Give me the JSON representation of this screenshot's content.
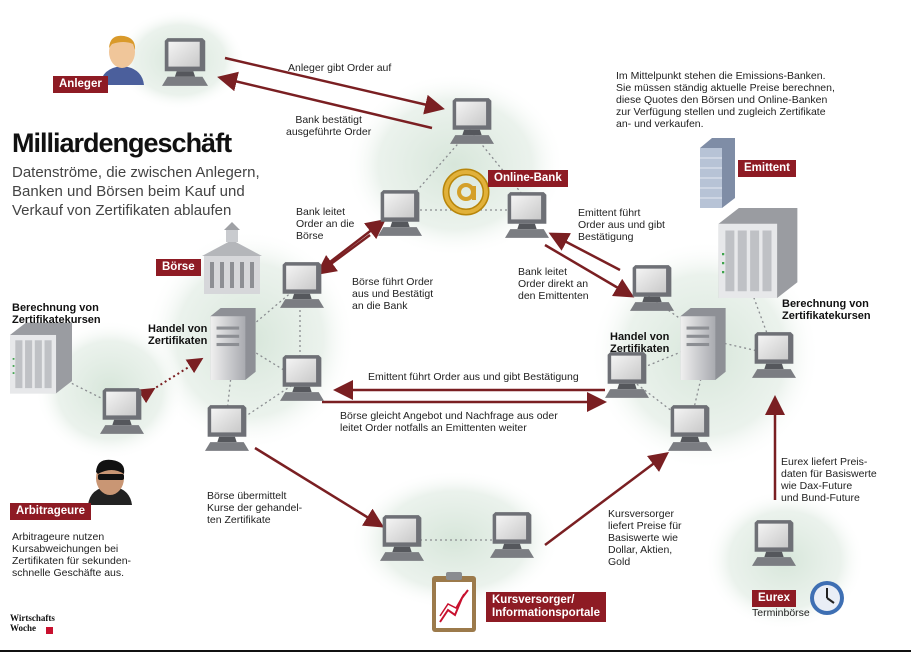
{
  "title": "Milliardengeschäft",
  "subtitle": "Datenströme, die zwischen Anlegern,\nBanken und Börsen beim Kauf und\nVerkauf von Zertifikaten ablaufen",
  "labels": {
    "anleger": "Anleger",
    "online_bank": "Online-Bank",
    "emittent": "Emittent",
    "boerse": "Börse",
    "arbitrageure": "Arbitrageure",
    "kursversorger": "Kursversorger/\nInformationsportale",
    "eurex": "Eurex",
    "eurex_sub": "Terminbörse"
  },
  "nodes": {
    "berechnung_left": "Berechnung von\nZertifikatekursen",
    "handel_left": "Handel von\nZertifikaten",
    "handel_right": "Handel von\nZertifikaten",
    "berechnung_right": "Berechnung von\nZertifikatekursen"
  },
  "flows": {
    "anleger_order": "Anleger gibt Order auf",
    "bank_confirms": "Bank bestätigt\nausgeführte Order",
    "bank_forwards": "Bank leitet\nOrder an die\nBörse",
    "boerse_executes": "Börse führt Order\naus und Bestätigt\nan die Bank",
    "emittent_executes": "Emittent führt\nOrder aus und gibt\nBestätigung",
    "bank_direct": "Bank leitet\nOrder direkt an\nden Emittenten",
    "emittent_order_confirm": "Emittent führt Order aus und gibt Bestätigung",
    "boerse_balances": "Börse gleicht Angebot und Nachfrage aus oder\nleitet Order notfalls an Emittenten weiter",
    "boerse_transmits": "Börse übermittelt\nKurse der gehandel-\nten Zertifikate",
    "kursversorger_delivers": "Kursversorger\nliefert Preise für\nBasiswerte wie\nDollar, Aktien,\nGold",
    "eurex_delivers": "Eurex liefert Preis-\ndaten für Basiswerte\nwie Dax-Future\nund Bund-Future"
  },
  "notes": {
    "center_note": "Im Mittelpunkt stehen die Emissions-Banken.\nSie müssen ständig aktuelle Preise berechnen,\ndiese Quotes den Börsen und Online-Banken\nzur Verfügung stellen und zugleich Zertifikate\nan- und verkaufen.",
    "arbitrage_note": "Arbitrageure nutzen\nKursabweichungen bei\nZertifikaten für sekunden-\nschnelle Geschäfte aus."
  },
  "logo": "Wirtschafts\nWoche",
  "colors": {
    "accent": "#8e1b24",
    "arrow": "#7a1f22",
    "glow": "#dde8e0",
    "computer": "#6e7076"
  },
  "icons": [
    "person-icon",
    "computer-icon",
    "at-sign-icon",
    "office-tower-icon",
    "server-icon",
    "stock-exchange-icon",
    "clipboard-chart-icon",
    "clock-icon",
    "arbitrageur-icon"
  ]
}
